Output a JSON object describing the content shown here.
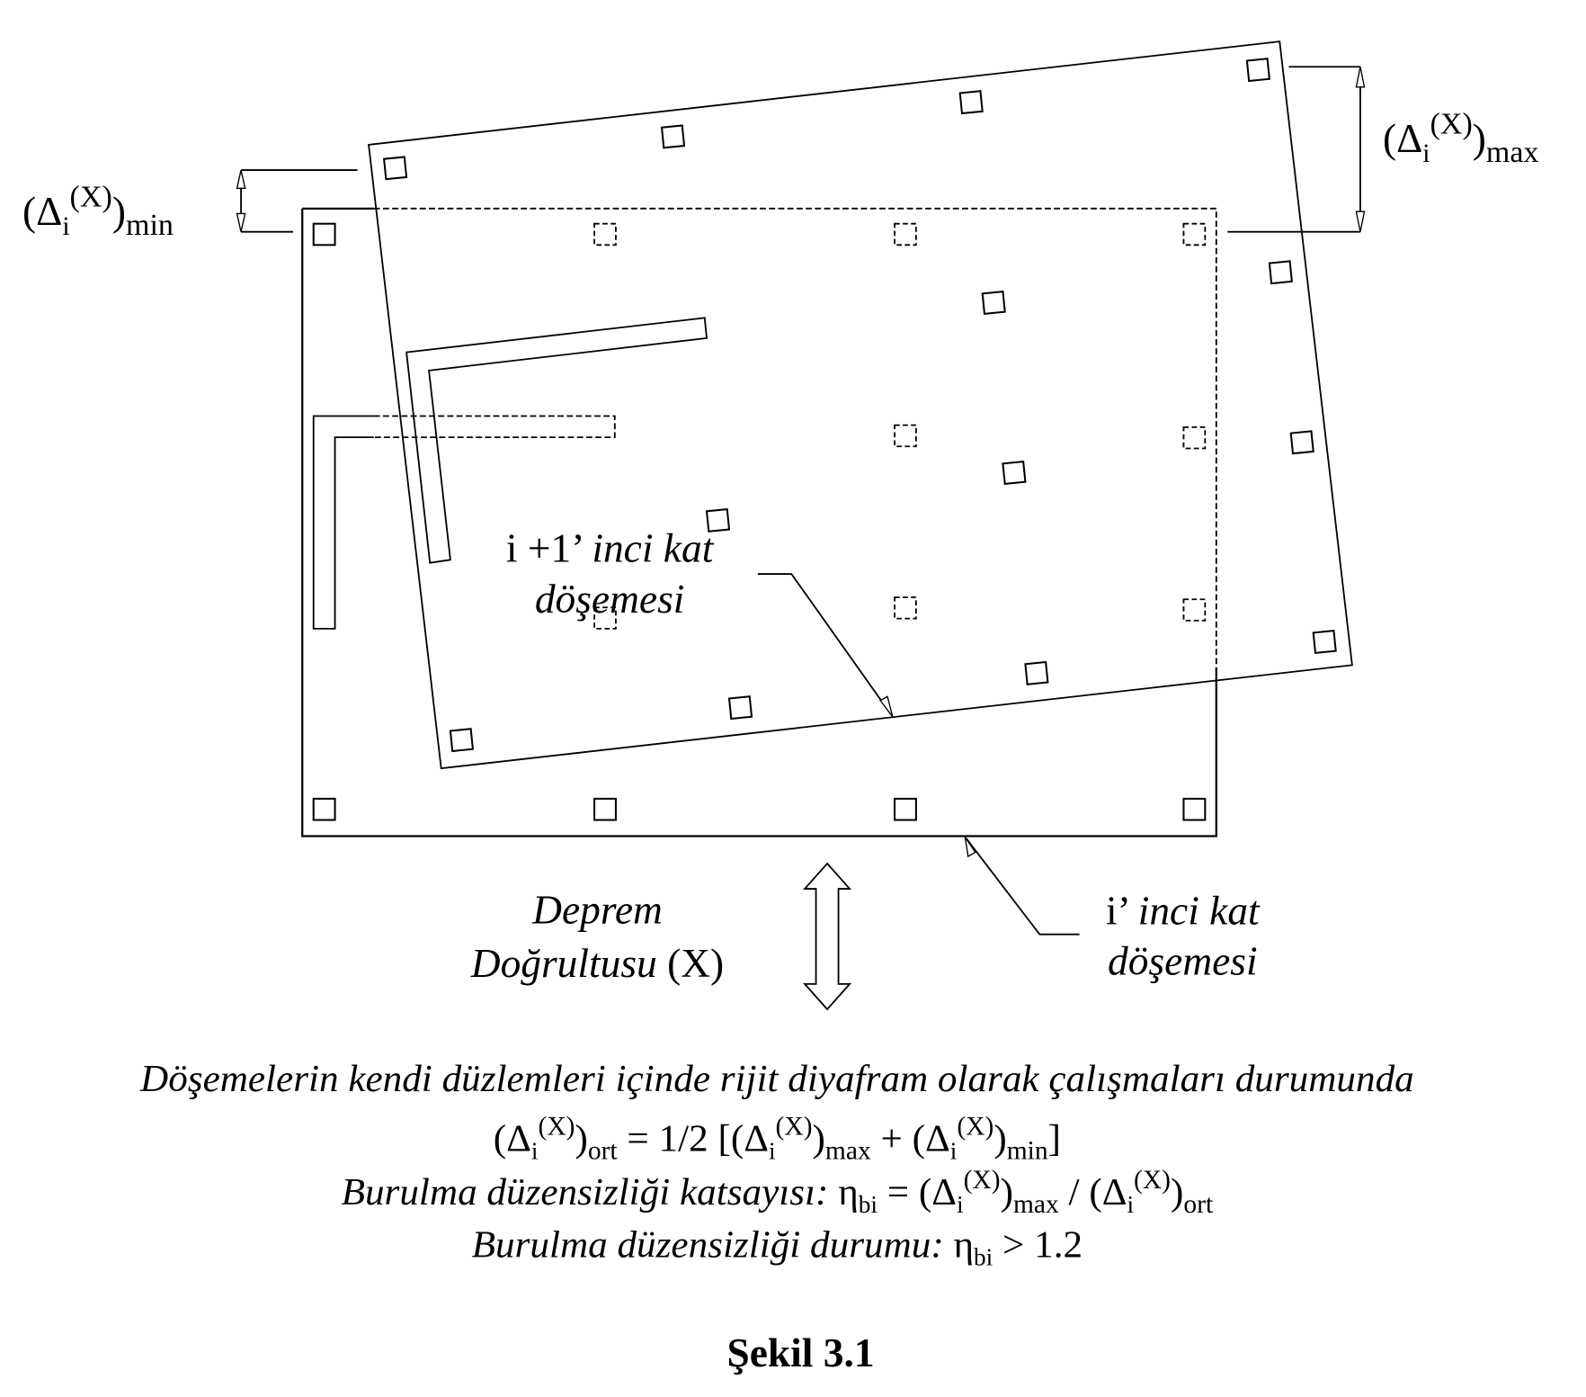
{
  "figure": {
    "label_min": {
      "open": "(Δ",
      "sub_i": "i",
      "sup": "(X)",
      "close": ")",
      "sub": "min"
    },
    "label_max": {
      "open": "(Δ",
      "sub_i": "i",
      "sup": "(X)",
      "close": ")",
      "sub": "max"
    },
    "upper_slab_label": {
      "line1_plain": "i +1’ ",
      "line1_italic": "inci kat",
      "line2": "döşemesi"
    },
    "lower_slab_label": {
      "line1_plain": "i’ ",
      "line1_italic": "inci kat",
      "line2": "döşemesi"
    },
    "direction_label": {
      "line1": "Deprem",
      "line2_italic": "Doğrultusu ",
      "line2_plain": "(X)"
    }
  },
  "caption": {
    "line1": "Döşemelerin kendi düzlemleri içinde rijit diyafram olarak çalışmaları durumunda",
    "line2": {
      "t1": "(Δ",
      "i": "i",
      "x": "(X)",
      "t2": ")",
      "ort": "ort",
      "t3": " = 1/2 [(Δ",
      "t4": ")",
      "max": "max",
      "t5": " + (Δ",
      "t6": ")",
      "min": "min",
      "t7": "]"
    },
    "line3": {
      "italic": "Burulma düzensizliği katsayısı: ",
      "eta": "η",
      "bi": "bi",
      "t1": " = (Δ",
      "i": "i",
      "x": "(X)",
      "t2": ")",
      "max": "max",
      "t3": " / (Δ",
      "t4": ")",
      "ort": "ort"
    },
    "line4": {
      "italic": "Burulma düzensizliği durumu: ",
      "eta": "η",
      "bi": "bi",
      "t1": " > 1.2"
    },
    "title": "Şekil 3.1"
  }
}
